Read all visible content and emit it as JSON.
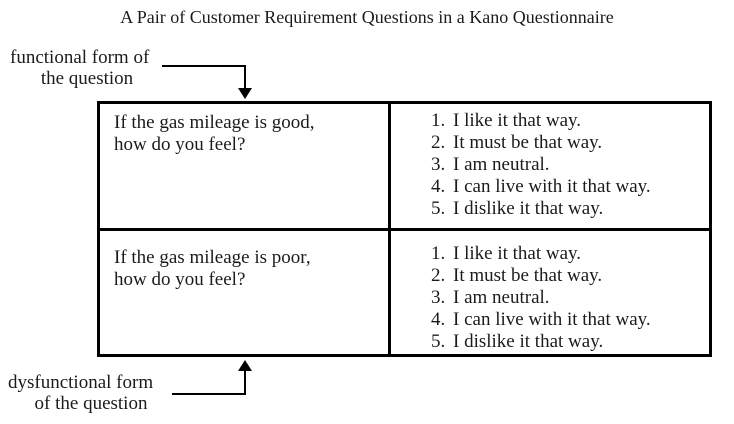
{
  "title": "A Pair of Customer Requirement Questions in a Kano Questionnaire",
  "labels": {
    "functional": {
      "line1": "functional form of",
      "line2": "the question"
    },
    "dysfunctional": {
      "line1": "dysfunctional form",
      "line2": "of the question"
    }
  },
  "table": {
    "rows": [
      {
        "question_line1": "If the gas mileage is good,",
        "question_line2": "how do you feel?",
        "options": [
          {
            "num": "1.",
            "text": "I like it that way."
          },
          {
            "num": "2.",
            "text": "It must be that way."
          },
          {
            "num": "3.",
            "text": "I am neutral."
          },
          {
            "num": "4.",
            "text": "I can live with it that way."
          },
          {
            "num": "5.",
            "text": "I dislike it that way."
          }
        ]
      },
      {
        "question_line1": "If the gas mileage is poor,",
        "question_line2": "how do you feel?",
        "options": [
          {
            "num": "1.",
            "text": "I like it that way."
          },
          {
            "num": "2.",
            "text": "It must be that way."
          },
          {
            "num": "3.",
            "text": "I am neutral."
          },
          {
            "num": "4.",
            "text": "I can live with it that way."
          },
          {
            "num": "5.",
            "text": "I dislike it that way."
          }
        ]
      }
    ]
  },
  "icons": {
    "top_connector": "arrow-down",
    "bottom_connector": "arrow-up"
  },
  "colors": {
    "background": "#ffffff",
    "text": "#1b1b1b",
    "line": "#000000"
  }
}
